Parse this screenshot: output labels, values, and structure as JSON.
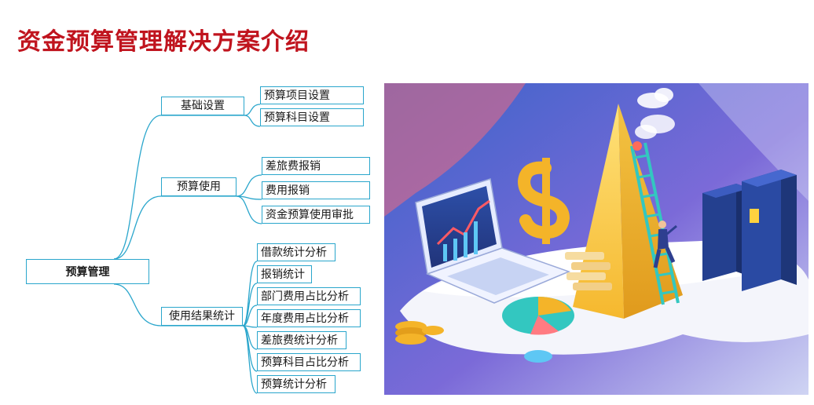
{
  "page": {
    "title": "资金预算管理解决方案介绍"
  },
  "mindmap": {
    "root": "预算管理",
    "branches": [
      {
        "label": "基础设置",
        "children": [
          "预算项目设置",
          "预算科目设置"
        ]
      },
      {
        "label": "预算使用",
        "children": [
          "差旅费报销",
          "费用报销",
          "资金预算使用审批"
        ]
      },
      {
        "label": "使用结果统计",
        "children": [
          "借款统计分析",
          "报销统计",
          "部门费用占比分析",
          "年度费用占比分析",
          "差旅费统计分析",
          "预算科目占比分析",
          "预算统计分析"
        ]
      }
    ]
  },
  "colors": {
    "title": "#c0141e",
    "connector": "#2aa6cc"
  },
  "illustration": {
    "icons": [
      "laptop-chart-icon",
      "dollar-sign-icon",
      "pyramid-icon",
      "ladder-icon",
      "climbing-person-icon",
      "pie-chart-icon",
      "coin-stack-icon",
      "server-icon",
      "cloud-icon"
    ]
  }
}
